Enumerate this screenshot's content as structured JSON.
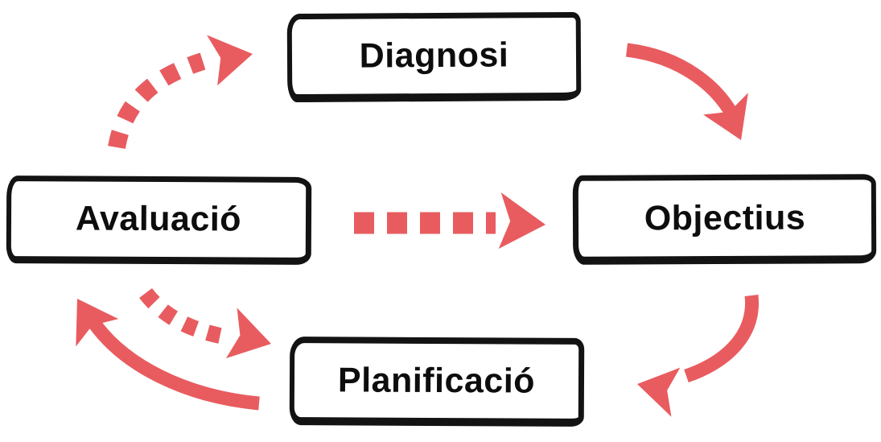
{
  "diagram": {
    "type": "cycle-flow",
    "background_color": "#ffffff",
    "accent_color": "#E85C60",
    "outline_color": "#131313",
    "nodes": [
      {
        "id": "diagnosi",
        "label": "Diagnosi",
        "position": "top"
      },
      {
        "id": "objectius",
        "label": "Objectius",
        "position": "right"
      },
      {
        "id": "planificacio",
        "label": "Planificació",
        "position": "bottom"
      },
      {
        "id": "avaluacio",
        "label": "Avaluació",
        "position": "left"
      }
    ],
    "edges": [
      {
        "from": "avaluacio",
        "to": "diagnosi",
        "style": "dashed",
        "shape": "curved"
      },
      {
        "from": "diagnosi",
        "to": "objectius",
        "style": "solid",
        "shape": "curved"
      },
      {
        "from": "avaluacio",
        "to": "objectius",
        "style": "dashed",
        "shape": "straight"
      },
      {
        "from": "objectius",
        "to": "planificacio",
        "style": "solid",
        "shape": "curved"
      },
      {
        "from": "avaluacio",
        "to": "planificacio",
        "style": "dashed",
        "shape": "curved"
      },
      {
        "from": "planificacio",
        "to": "avaluacio",
        "style": "solid",
        "shape": "curved"
      }
    ]
  }
}
